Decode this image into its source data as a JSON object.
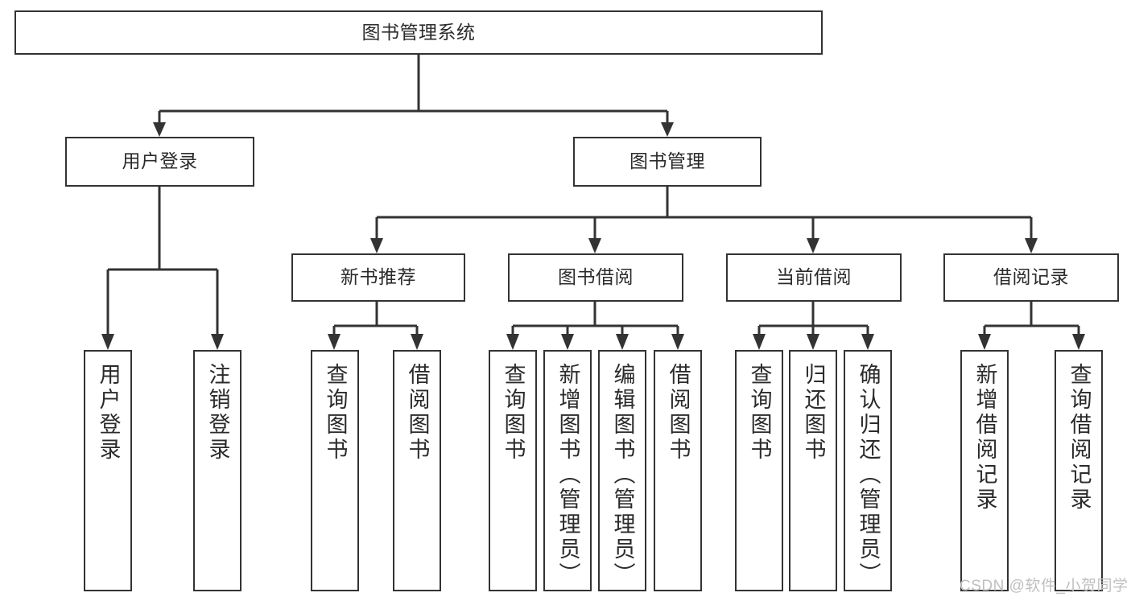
{
  "diagram": {
    "title": "图书管理系统",
    "type": "tree-hierarchy",
    "root": {
      "id": "root",
      "label": "图书管理系统"
    },
    "level2": [
      {
        "id": "user-login",
        "label": "用户登录"
      },
      {
        "id": "book-manage",
        "label": "图书管理"
      }
    ],
    "level3": [
      {
        "id": "new-book-recommend",
        "label": "新书推荐",
        "parent": "book-manage"
      },
      {
        "id": "book-borrow",
        "label": "图书借阅",
        "parent": "book-manage"
      },
      {
        "id": "current-borrow",
        "label": "当前借阅",
        "parent": "book-manage"
      },
      {
        "id": "borrow-record",
        "label": "借阅记录",
        "parent": "book-manage"
      }
    ],
    "leaves": [
      {
        "id": "leaf-user-login",
        "label": "用户登录",
        "parent": "user-login"
      },
      {
        "id": "leaf-user-logout",
        "label": "注销登录",
        "parent": "user-login"
      },
      {
        "id": "leaf-query-book-1",
        "label": "查询图书",
        "parent": "new-book-recommend"
      },
      {
        "id": "leaf-borrow-book-1",
        "label": "借阅图书",
        "parent": "new-book-recommend"
      },
      {
        "id": "leaf-query-book-2",
        "label": "查询图书",
        "parent": "book-borrow"
      },
      {
        "id": "leaf-add-book",
        "label": "新增图书（管理员）",
        "parent": "book-borrow"
      },
      {
        "id": "leaf-edit-book",
        "label": "编辑图书（管理员）",
        "parent": "book-borrow"
      },
      {
        "id": "leaf-borrow-book-2",
        "label": "借阅图书",
        "parent": "book-borrow"
      },
      {
        "id": "leaf-query-book-3",
        "label": "查询图书",
        "parent": "current-borrow"
      },
      {
        "id": "leaf-return-book",
        "label": "归还图书",
        "parent": "current-borrow"
      },
      {
        "id": "leaf-confirm-return",
        "label": "确认归还（管理员）",
        "parent": "current-borrow"
      },
      {
        "id": "leaf-add-record",
        "label": "新增借阅记录",
        "parent": "borrow-record"
      },
      {
        "id": "leaf-query-record",
        "label": "查询借阅记录",
        "parent": "borrow-record"
      }
    ],
    "colors": {
      "stroke": "#333333",
      "text": "#2b2b2b",
      "background": "#ffffff",
      "watermark": "#bfbfbf"
    }
  },
  "watermark": {
    "text": "CSDN @软件_小贺同学"
  }
}
